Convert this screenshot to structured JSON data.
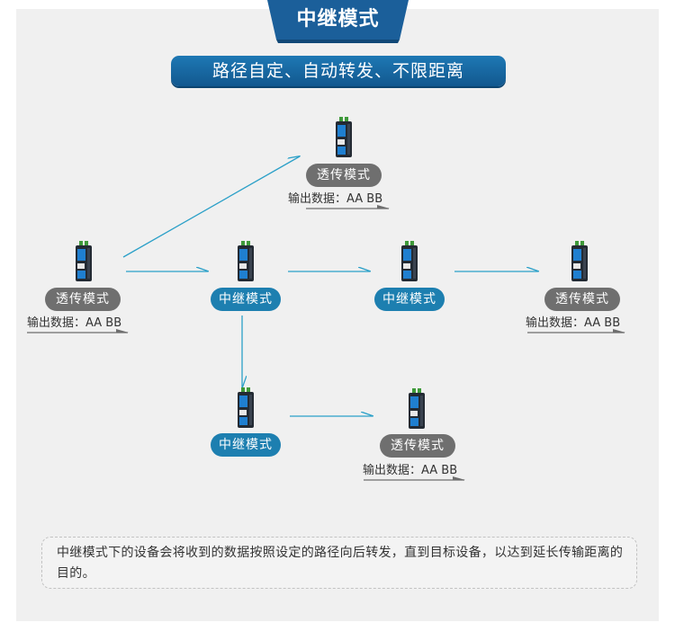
{
  "title": "中继模式",
  "subtitle": "路径自定、自动转发、不限距离",
  "nodes": [
    {
      "id": "top-center",
      "mode_label": "透传模式",
      "output": "输出数据：AA BB"
    },
    {
      "id": "left",
      "mode_label": "透传模式",
      "output": "输出数据：AA BB"
    },
    {
      "id": "relay-1",
      "mode_label": "中继模式"
    },
    {
      "id": "relay-2",
      "mode_label": "中继模式"
    },
    {
      "id": "right",
      "mode_label": "透传模式",
      "output": "输出数据：AA BB"
    },
    {
      "id": "relay-3",
      "mode_label": "中继模式"
    },
    {
      "id": "bottom-center",
      "mode_label": "透传模式",
      "output": "输出数据：AA BB"
    }
  ],
  "note": "中继模式下的设备会将收到的数据按照设定的路径向后转发，直到目标设备，以达到延长传输距离的目的。",
  "colors": {
    "title_bg": "#1b5f9a",
    "subtitle_bg": "#1669a3",
    "relay_pill": "#1d7fb0",
    "transparent_pill": "#6f6f6f",
    "arrow": "#2ba0c8",
    "output_arrow": "#6e6e6e",
    "panel_bg": "#f0f0f0"
  }
}
